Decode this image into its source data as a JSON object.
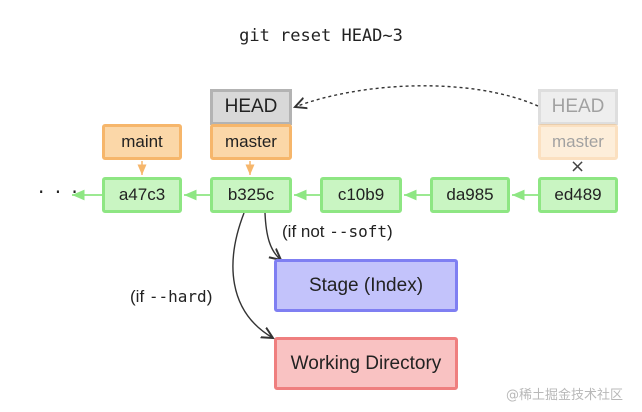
{
  "command": "git reset HEAD~3",
  "commits": [
    {
      "id": "a47c3"
    },
    {
      "id": "b325c"
    },
    {
      "id": "c10b9"
    },
    {
      "id": "da985"
    },
    {
      "id": "ed489"
    }
  ],
  "ellipsis": "· · ·",
  "refs": {
    "maint": "maint",
    "master_new": "master",
    "head_new": "HEAD",
    "master_old": "master",
    "head_old": "HEAD"
  },
  "stage_label": "Stage (Index)",
  "working_dir_label": "Working Directory",
  "note_soft": {
    "prefix": "(if not ",
    "flag": "--soft",
    "suffix": ")"
  },
  "note_hard": {
    "prefix": "(if ",
    "flag": "--hard",
    "suffix": ")"
  },
  "removed_mark": "×",
  "watermark": "@稀土掘金技术社区",
  "colors": {
    "commit_fill": "#c9f5c2",
    "commit_border": "#8ee683",
    "branch_fill": "#fbd7a8",
    "branch_border": "#f6b66b",
    "head_fill": "#d8d8d8",
    "head_border": "#b3b3b3",
    "stage_fill": "#c3c3fb",
    "stage_border": "#7f7ff2",
    "wd_fill": "#f9c2c2",
    "wd_border": "#ef7f7f"
  }
}
